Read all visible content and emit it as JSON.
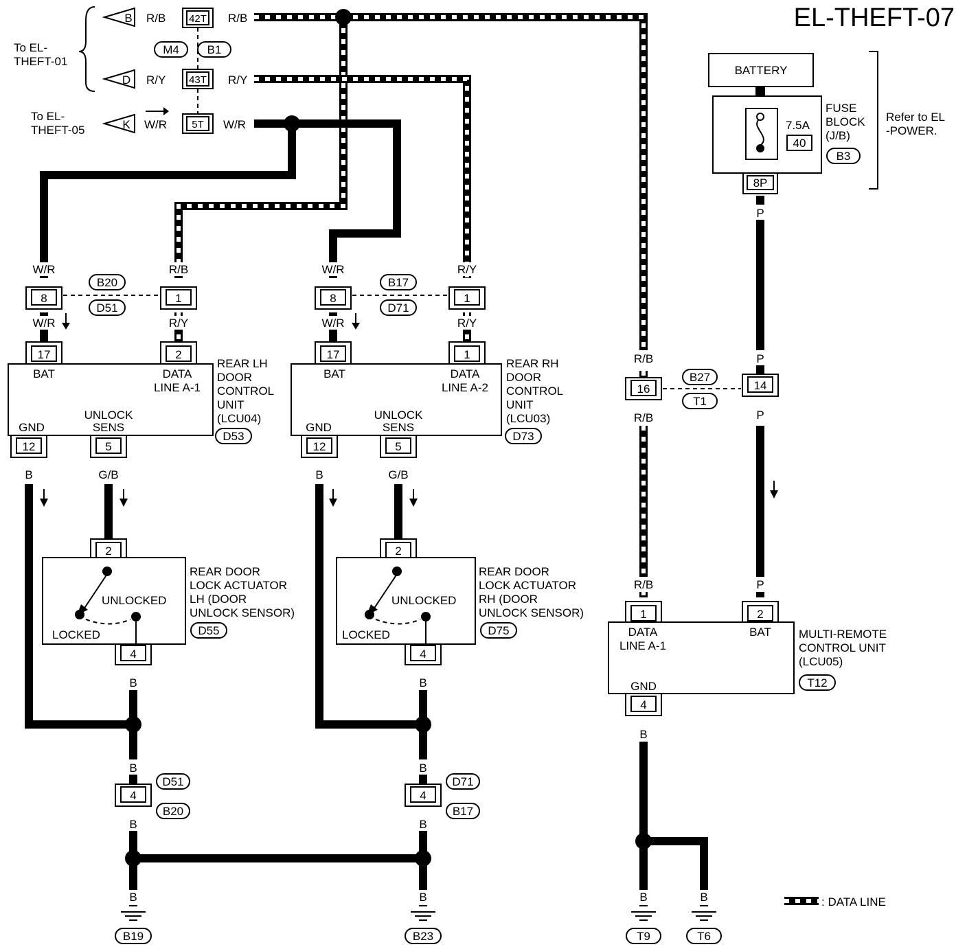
{
  "title": "EL-THEFT-07",
  "refs": {
    "to_theft01": [
      "To EL-",
      "THEFT-01"
    ],
    "to_theft05": [
      "To EL-",
      "THEFT-05"
    ],
    "refer_power": [
      "Refer to EL",
      "-POWER."
    ]
  },
  "top_connectors": {
    "b": {
      "letter": "B",
      "wire_in": "R/B",
      "pin": "42T",
      "wire_out": "R/B"
    },
    "d": {
      "letter": "D",
      "wire_in": "R/Y",
      "pin": "43T",
      "wire_out": "R/Y"
    },
    "k": {
      "letter": "K",
      "wire_in": "W/R",
      "pin": "5T",
      "wire_out": "W/R"
    },
    "conn_left": "M4",
    "conn_right": "B1"
  },
  "battery": {
    "label": "BATTERY",
    "fuse_rating": "7.5A",
    "fuse_number": "40",
    "fuse_block": [
      "FUSE",
      "BLOCK",
      "(J/B)"
    ],
    "fuse_block_conn": "B3",
    "pin": "8P",
    "wire": "P"
  },
  "lh_unit": {
    "name": [
      "REAR LH",
      "DOOR",
      "CONTROL",
      "UNIT",
      "(LCU04)"
    ],
    "conn": "D53",
    "bat_label": "BAT",
    "data_label": [
      "DATA",
      "LINE A-1"
    ],
    "gnd_label": "GND",
    "unlock_label": [
      "UNLOCK",
      "SENS"
    ],
    "in_pin_a": "8",
    "in_pin_b": "1",
    "in_conn_top": "B20",
    "in_conn_bottom": "D51",
    "wire_in_a": "W/R",
    "wire_in_b": "R/B",
    "wire_mid_a": "W/R",
    "wire_mid_b": "R/Y",
    "pin_bat": "17",
    "pin_data": "2",
    "pin_gnd": "12",
    "pin_unlock": "5",
    "wire_gnd": "B",
    "wire_unlock": "G/B"
  },
  "rh_unit": {
    "name": [
      "REAR RH",
      "DOOR",
      "CONTROL",
      "UNIT",
      "(LCU03)"
    ],
    "conn": "D73",
    "bat_label": "BAT",
    "data_label": [
      "DATA",
      "LINE A-2"
    ],
    "gnd_label": "GND",
    "unlock_label": [
      "UNLOCK",
      "SENS"
    ],
    "in_pin_a": "8",
    "in_pin_b": "1",
    "in_conn_top": "B17",
    "in_conn_bottom": "D71",
    "wire_in_a": "W/R",
    "wire_in_b": "R/Y",
    "wire_mid_a": "W/R",
    "wire_mid_b": "R/Y",
    "pin_bat": "17",
    "pin_data": "1",
    "pin_gnd": "12",
    "pin_unlock": "5",
    "wire_gnd": "B",
    "wire_unlock": "G/B"
  },
  "lh_actuator": {
    "name": [
      "REAR DOOR",
      "LOCK ACTUATOR",
      "LH (DOOR",
      "UNLOCK SENSOR)"
    ],
    "conn": "D55",
    "unlocked": "UNLOCKED",
    "locked": "LOCKED",
    "pin_top": "2",
    "pin_bottom": "4",
    "wire_bottom": "B"
  },
  "rh_actuator": {
    "name": [
      "REAR DOOR",
      "LOCK ACTUATOR",
      "RH (DOOR",
      "UNLOCK SENSOR)"
    ],
    "conn": "D75",
    "unlocked": "UNLOCKED",
    "locked": "LOCKED",
    "pin_top": "2",
    "pin_bottom": "4",
    "wire_bottom": "B"
  },
  "lh_ground": {
    "wire": "B",
    "pin": "4",
    "conn_top": "D51",
    "conn_bottom": "B20",
    "ground": "B19"
  },
  "rh_ground": {
    "wire": "B",
    "pin": "4",
    "conn_top": "D71",
    "conn_bottom": "B17",
    "ground": "B23"
  },
  "middle_conn": {
    "pin_left": "16",
    "pin_right": "14",
    "conn_top": "B27",
    "conn_bottom": "T1",
    "wire_left": "R/B",
    "wire_right": "P"
  },
  "remote_unit": {
    "name": [
      "MULTI-REMOTE",
      "CONTROL UNIT",
      "(LCU05)"
    ],
    "conn": "T12",
    "data_label": [
      "DATA",
      "LINE A-1"
    ],
    "bat_label": "BAT",
    "gnd_label": "GND",
    "pin_data": "1",
    "pin_bat": "2",
    "pin_gnd": "4",
    "wire_data": "R/B",
    "wire_bat": "P",
    "wire_gnd": "B"
  },
  "remote_grounds": {
    "wire": "B",
    "ground_left": "T9",
    "ground_right": "T6"
  },
  "legend": {
    "data_line": ": DATA LINE"
  }
}
